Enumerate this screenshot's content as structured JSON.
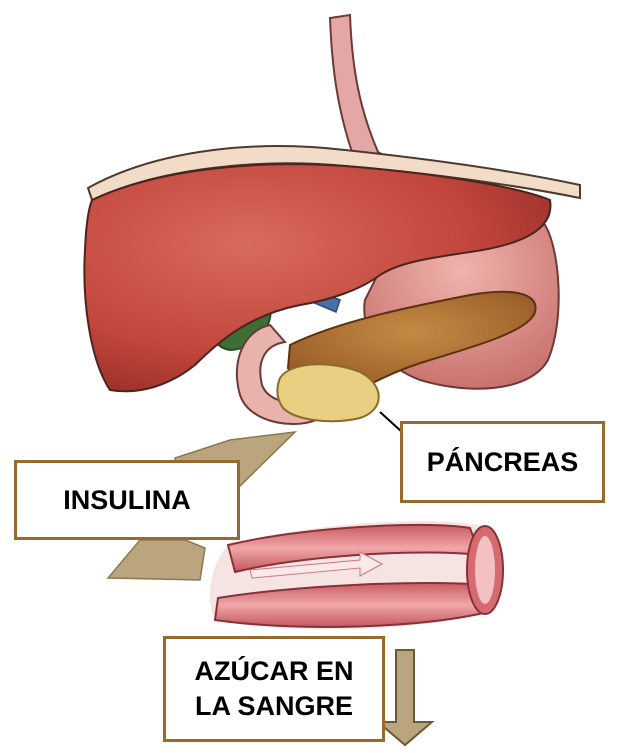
{
  "labels": {
    "pancreas": "PÁNCREAS",
    "insulina": "INSULINA",
    "azucar_line1": "AZÚCAR EN",
    "azucar_line2": "LA SANGRE"
  },
  "colors": {
    "label_border": "#9a6a2c",
    "arrow": "#bba57e",
    "liver": "#c2463c",
    "stomach": "#d98a86",
    "pancreas": "#b57533",
    "vessel": "#e0868a"
  },
  "icons": {
    "insulin_arrow": "arrow-left-icon",
    "sugar_arrow": "arrow-down-icon"
  }
}
